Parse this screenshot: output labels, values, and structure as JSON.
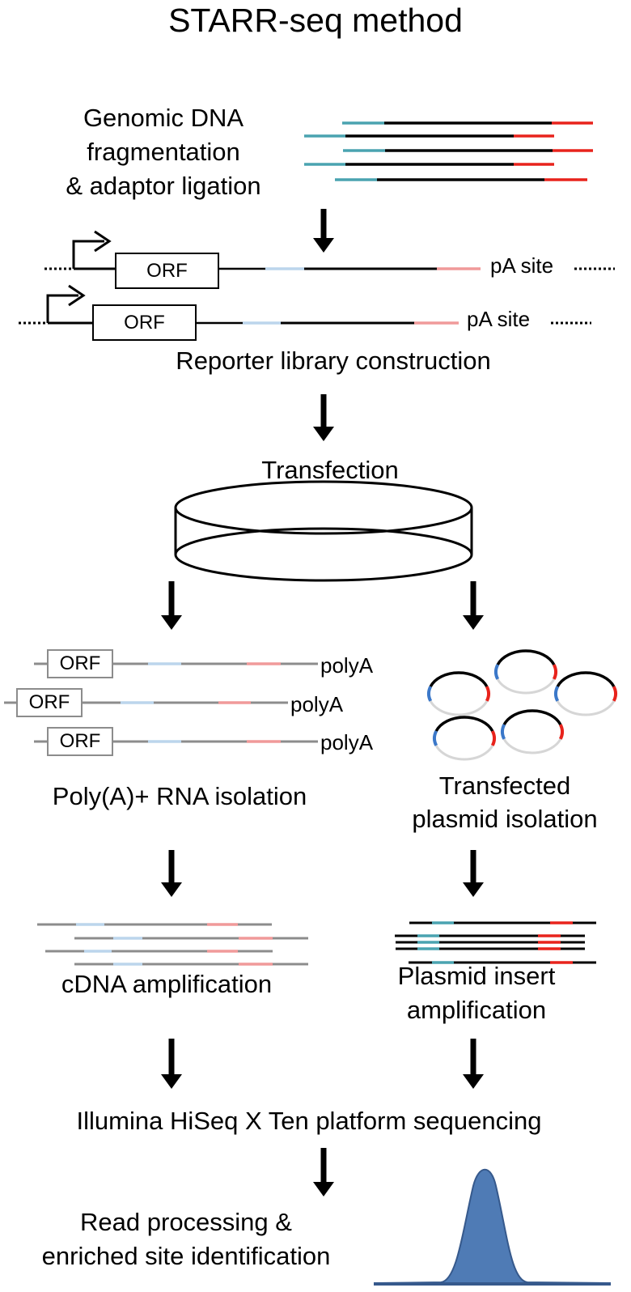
{
  "title": "STARR-seq method",
  "steps": {
    "fragmentation": [
      "Genomic DNA",
      "fragmentation",
      "& adaptor ligation"
    ],
    "library": "Reporter library construction",
    "transfection": "Transfection",
    "rna_isolation": "Poly(A)+  RNA isolation",
    "plasmid_isolation": [
      "Transfected",
      "plasmid isolation"
    ],
    "cdna": "cDNA amplification",
    "plasmid_amp": [
      "Plasmid insert",
      "amplification"
    ],
    "sequencing": "Illumina HiSeq X Ten platform sequencing",
    "processing": [
      "Read processing &",
      "enriched site identification"
    ]
  },
  "labels": {
    "orf": "ORF",
    "pa_site": "pA site",
    "polya": "polyA"
  },
  "colors": {
    "adaptor_left": "#4aa3b0",
    "adaptor_right": "#e8231c",
    "light_blue": "#bcd5ec",
    "light_red": "#f09a9a",
    "gray": "#8c8c8c",
    "peak_fill": "#4f7bb5",
    "peak_stroke": "#36598c"
  }
}
